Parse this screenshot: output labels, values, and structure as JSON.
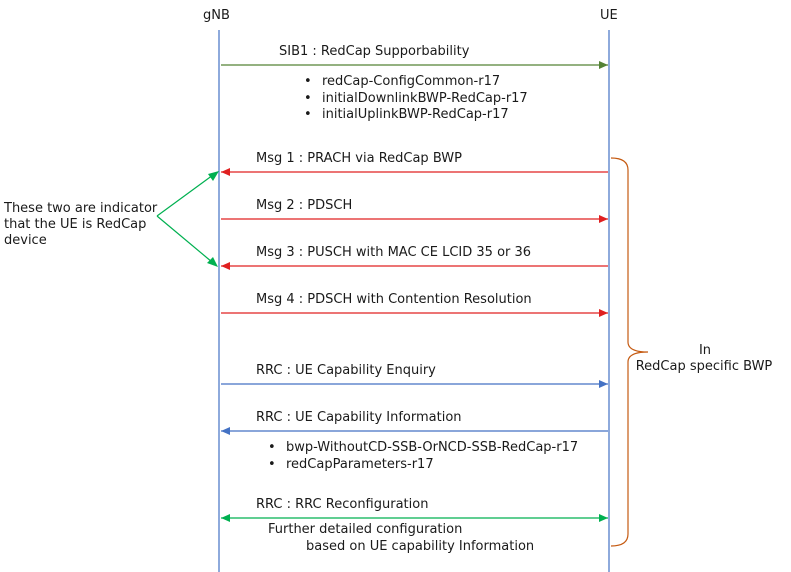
{
  "entities": {
    "gnb": "gNB",
    "ue": "UE"
  },
  "messages": [
    {
      "label": "SIB1 : RedCap Supporbability",
      "direction": "to-ue",
      "color": "#548235"
    },
    {
      "label": "Msg 1 : PRACH via RedCap BWP",
      "direction": "to-gnb",
      "color": "#e02020"
    },
    {
      "label": "Msg 2 : PDSCH",
      "direction": "to-ue",
      "color": "#e02020"
    },
    {
      "label": "Msg 3 : PUSCH with MAC CE LCID 35 or 36",
      "direction": "to-gnb",
      "color": "#e02020"
    },
    {
      "label": "Msg 4 : PDSCH with Contention Resolution",
      "direction": "to-ue",
      "color": "#e02020"
    },
    {
      "label": "RRC : UE Capability Enquiry",
      "direction": "to-ue",
      "color": "#4472c4"
    },
    {
      "label": "RRC : UE Capability Information",
      "direction": "to-gnb",
      "color": "#4472c4"
    },
    {
      "label": "RRC : RRC Reconfiguration",
      "direction": "both",
      "color": "#00b050"
    }
  ],
  "sib1_items": [
    "redCap-ConfigCommon-r17",
    "initialDownlinkBWP-RedCap-r17",
    "initialUplinkBWP-RedCap-r17"
  ],
  "capability_items": [
    "bwp-WithoutCD-SSB-OrNCD-SSB-RedCap-r17",
    "redCapParameters-r17"
  ],
  "bullet": "•",
  "indicator_note": {
    "line1": "These two are indicator",
    "line2": "that the UE is RedCap",
    "line3": "device",
    "color": "#00b050"
  },
  "bracket_note": {
    "line1": "In",
    "line2": "RedCap specific BWP",
    "color": "#c55a11"
  },
  "reconfig_note": {
    "line1": "Further detailed configuration",
    "line2": "based on UE capability Information"
  },
  "lifeline_color": "#4472c4"
}
